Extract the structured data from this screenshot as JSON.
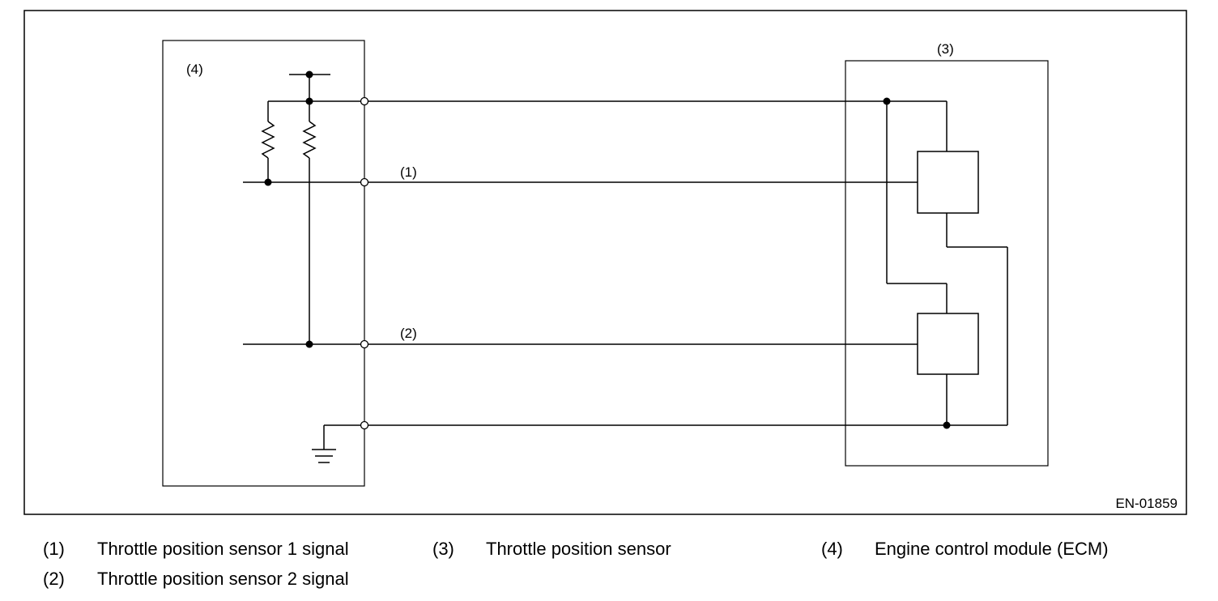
{
  "diagram": {
    "labels": {
      "signal_1": "(1)",
      "signal_2": "(2)",
      "sensor": "(3)",
      "ecm": "(4)"
    },
    "figure_id": "EN-01859"
  },
  "legend": [
    {
      "num": "(1)",
      "text": "Throttle position sensor 1 signal"
    },
    {
      "num": "(2)",
      "text": "Throttle position sensor 2 signal"
    },
    {
      "num": "(3)",
      "text": "Throttle position sensor"
    },
    {
      "num": "(4)",
      "text": "Engine control module (ECM)"
    }
  ]
}
